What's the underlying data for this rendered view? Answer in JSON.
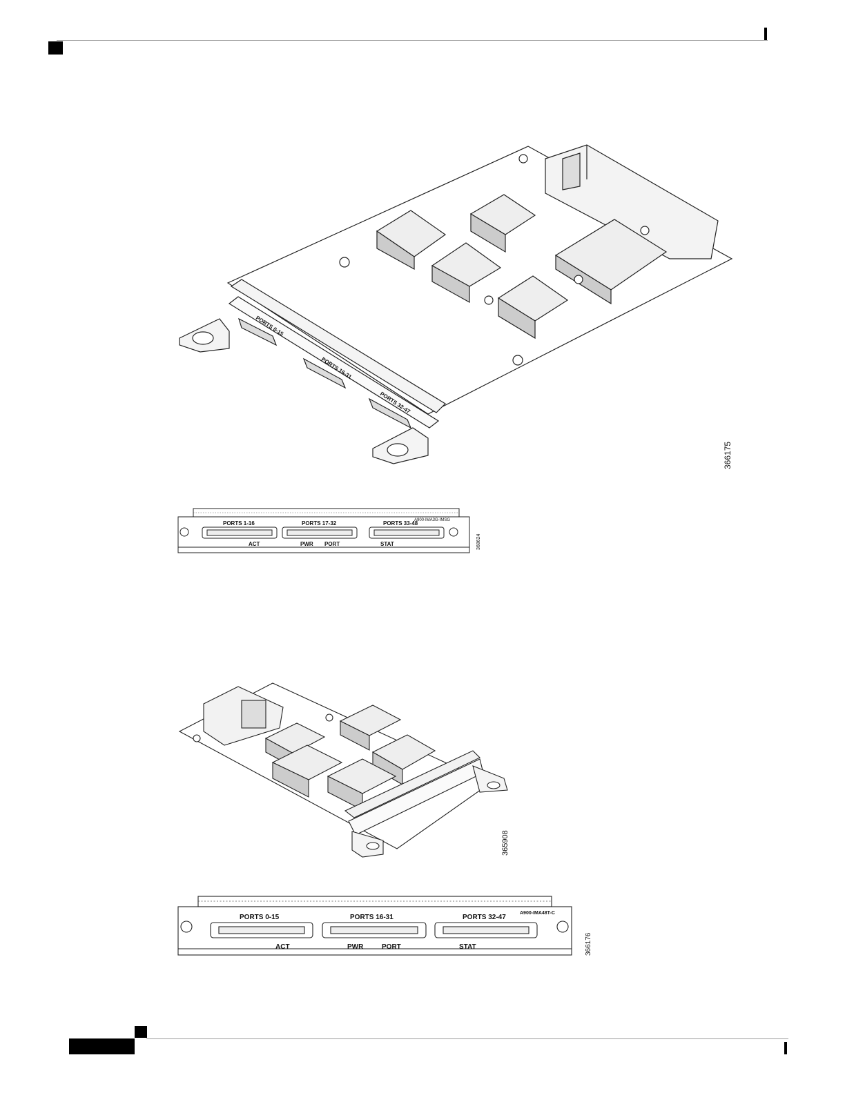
{
  "figure1": {
    "id_label": "366175",
    "ports_labels": [
      "PORTS 0-15",
      "PORTS 16-31",
      "PORTS 32-47"
    ]
  },
  "faceplate1": {
    "model": "A900-IMA3G-IMSG",
    "ports": [
      "PORTS 1-16",
      "PORTS 17-32",
      "PORTS 33-48"
    ],
    "leds": [
      "ACT",
      "PWR",
      "PORT",
      "STAT"
    ],
    "id_label": "368624"
  },
  "figure2": {
    "id_label": "365908"
  },
  "faceplate2": {
    "model": "A900-IMA48T-C",
    "ports": [
      "PORTS 0-15",
      "PORTS 16-31",
      "PORTS 32-47"
    ],
    "leds": [
      "ACT",
      "PWR",
      "PORT",
      "STAT"
    ],
    "id_label": "366176"
  }
}
